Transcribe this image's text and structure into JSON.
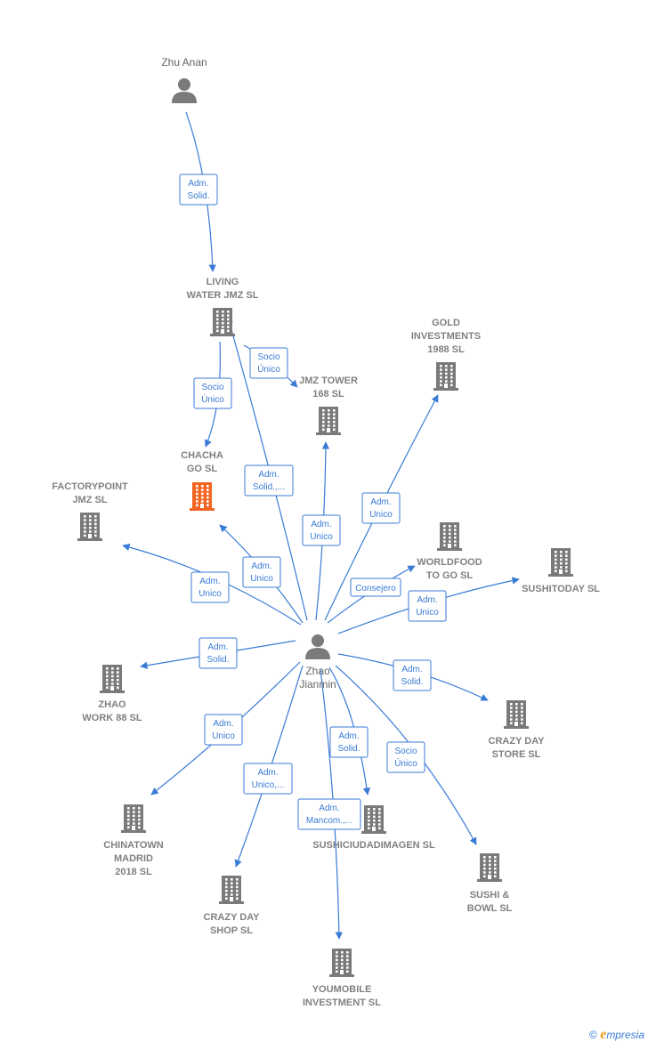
{
  "colors": {
    "edge": "#3a7bd5",
    "company": "#7a7a7a",
    "company_highlight": "#f26522",
    "person": "#7a7a7a",
    "label": "#808080"
  },
  "nodes": [
    {
      "id": "zhu",
      "type": "person",
      "lines": [
        "Zhu Anan"
      ]
    },
    {
      "id": "zhao",
      "type": "person",
      "lines": [
        "Zhao",
        "Jianmin"
      ]
    },
    {
      "id": "living",
      "type": "company",
      "lines": [
        "LIVING",
        "WATER JMZ  SL"
      ]
    },
    {
      "id": "chacha",
      "type": "company",
      "highlight": true,
      "lines": [
        "CHACHA",
        "GO  SL"
      ]
    },
    {
      "id": "jmz",
      "type": "company",
      "lines": [
        "JMZ TOWER",
        "168  SL"
      ]
    },
    {
      "id": "gold",
      "type": "company",
      "lines": [
        "GOLD",
        "INVESTMENTS",
        "1988  SL"
      ]
    },
    {
      "id": "factory",
      "type": "company",
      "lines": [
        "FACTORYPOINT",
        "JMZ  SL"
      ]
    },
    {
      "id": "worldfood",
      "type": "company",
      "lines": [
        "WORLDFOOD",
        "TO GO  SL"
      ]
    },
    {
      "id": "sushitoday",
      "type": "company",
      "lines": [
        "SUSHITODAY SL"
      ]
    },
    {
      "id": "zhaowork",
      "type": "company",
      "lines": [
        "ZHAO",
        "WORK 88 SL"
      ]
    },
    {
      "id": "crazystore",
      "type": "company",
      "lines": [
        "CRAZY DAY",
        "STORE  SL"
      ]
    },
    {
      "id": "chinatown",
      "type": "company",
      "lines": [
        "CHINATOWN",
        "MADRID",
        "2018  SL"
      ]
    },
    {
      "id": "sushiciudad",
      "type": "company",
      "lines": [
        "SUSHICIUDADIMAGEN SL"
      ]
    },
    {
      "id": "sushibowl",
      "type": "company",
      "lines": [
        "SUSHI &",
        "BOWL  SL"
      ]
    },
    {
      "id": "crazyshop",
      "type": "company",
      "lines": [
        "CRAZY DAY",
        "SHOP  SL"
      ]
    },
    {
      "id": "youmobile",
      "type": "company",
      "lines": [
        "YOUMOBILE",
        "INVESTMENT SL"
      ]
    }
  ],
  "edges": [
    {
      "from": "zhu",
      "to": "living",
      "label": [
        "Adm.",
        "Solid."
      ]
    },
    {
      "from": "living",
      "to": "jmz",
      "label": [
        "Socio",
        "Único"
      ]
    },
    {
      "from": "living",
      "to": "chacha",
      "label": [
        "Socio",
        "Único"
      ]
    },
    {
      "from": "zhao",
      "to": "living",
      "label": [
        "Adm.",
        "Solid.,..."
      ]
    },
    {
      "from": "zhao",
      "to": "chacha",
      "label": [
        "Adm.",
        "Unico"
      ]
    },
    {
      "from": "zhao",
      "to": "jmz",
      "label": [
        "Adm.",
        "Unico"
      ]
    },
    {
      "from": "zhao",
      "to": "gold",
      "label": [
        "Adm.",
        "Unico"
      ]
    },
    {
      "from": "zhao",
      "to": "factory",
      "label": [
        "Adm.",
        "Unico"
      ]
    },
    {
      "from": "zhao",
      "to": "worldfood",
      "label": [
        "Consejero"
      ]
    },
    {
      "from": "zhao",
      "to": "sushitoday",
      "label": [
        "Adm.",
        "Unico"
      ]
    },
    {
      "from": "zhao",
      "to": "zhaowork",
      "label": [
        "Adm.",
        "Solid."
      ]
    },
    {
      "from": "zhao",
      "to": "crazystore",
      "label": [
        "Adm.",
        "Solid."
      ]
    },
    {
      "from": "zhao",
      "to": "chinatown",
      "label": [
        "Adm.",
        "Unico"
      ]
    },
    {
      "from": "zhao",
      "to": "sushiciudad",
      "label": [
        "Adm.",
        "Solid."
      ]
    },
    {
      "from": "zhao",
      "to": "sushibowl",
      "label": [
        "Socio",
        "Único"
      ]
    },
    {
      "from": "zhao",
      "to": "crazyshop",
      "label": [
        "Adm.",
        "Unico,..."
      ]
    },
    {
      "from": "zhao",
      "to": "youmobile",
      "label": [
        "Adm.",
        "Mancom.,..."
      ]
    }
  ],
  "brand": {
    "copyright": "©",
    "initial": "e",
    "rest": "mpresia"
  }
}
